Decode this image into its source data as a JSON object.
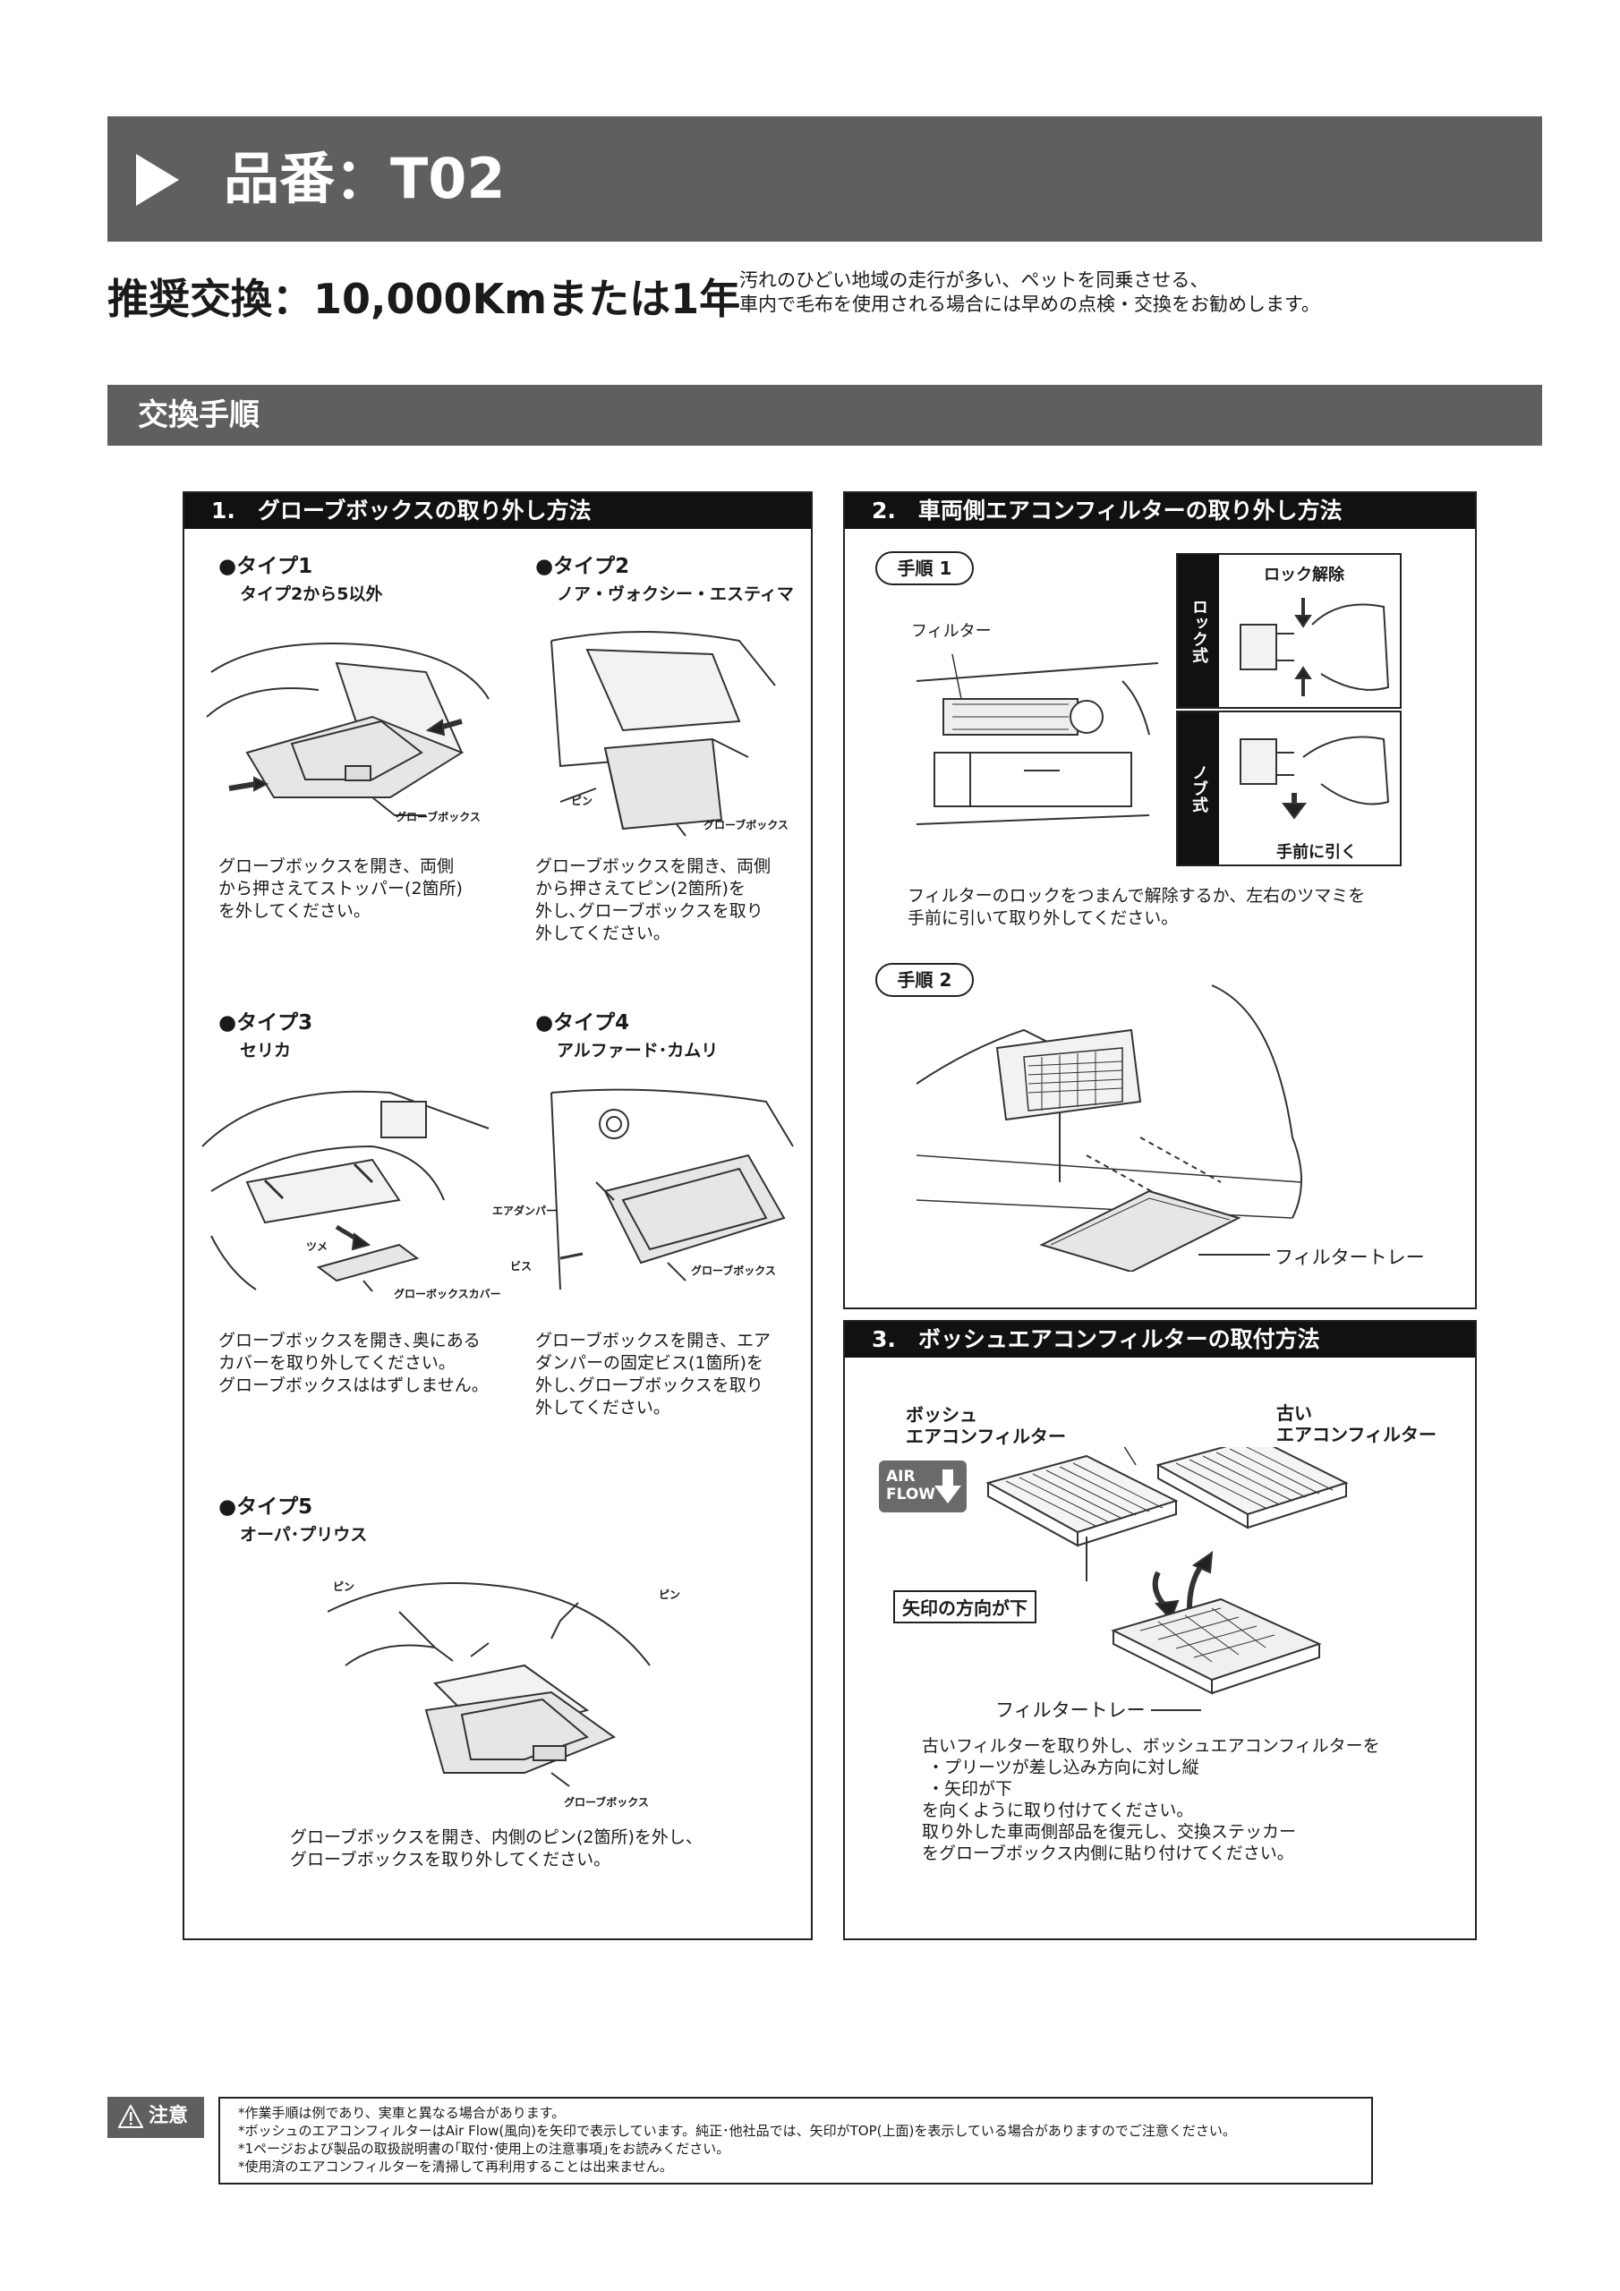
{
  "header": {
    "title": "品番：T02"
  },
  "recommend": {
    "title": "推奨交換：10,000Kmまたは1年",
    "note_lines": [
      "汚れのひどい地域の走行が多い、ペットを同乗させる、",
      "車内で毛布を使用される場合には早めの点検・交換をお勧めします。"
    ]
  },
  "section_title": "交換手順",
  "panel1": {
    "heading": "1.　グローブボックスの取り外し方法",
    "types": [
      {
        "label": "●タイプ1",
        "sub": "タイプ2から5以外",
        "captions": [
          "グローブボックス"
        ],
        "desc": [
          "グローブボックスを開き、両側",
          "から押さえてストッパー(2箇所)",
          "を外してください。"
        ]
      },
      {
        "label": "●タイプ2",
        "sub": "ノア・ヴォクシー・エスティマ",
        "captions": [
          "ピン",
          "グローブボックス"
        ],
        "desc": [
          "グローブボックスを開き、両側",
          "から押さえてピン(2箇所)を",
          "外し､グローブボックスを取り",
          "外してください。"
        ]
      },
      {
        "label": "●タイプ3",
        "sub": "セリカ",
        "captions": [
          "ツメ",
          "グローボックスカバー"
        ],
        "desc": [
          "グローブボックスを開き､奥にある",
          "カバーを取り外してください。",
          "グローブボックスははずしません。"
        ]
      },
      {
        "label": "●タイプ4",
        "sub": "アルファード･カムリ",
        "captions": [
          "エアダンパー",
          "ビス",
          "グローブボックス"
        ],
        "desc": [
          "グローブボックスを開き、エア",
          "ダンパーの固定ビス(1箇所)を",
          "外し､グローブボックスを取り",
          "外してください。"
        ]
      },
      {
        "label": "●タイプ5",
        "sub": "オーパ･プリウス",
        "captions": [
          "ピン",
          "ピン",
          "グローブボックス"
        ],
        "desc": [
          "グローブボックスを開き、内側のピン(2箇所)を外し、",
          "グローブボックスを取り外してください。"
        ]
      }
    ]
  },
  "panel2": {
    "heading": "2.　車両側エアコンフィルターの取り外し方法",
    "step1": "手順 1",
    "filter_label": "フィルター",
    "lock_box": {
      "side": "ロック式",
      "label": "ロック解除"
    },
    "knob_box": {
      "side": "ノブ式",
      "label": "手前に引く"
    },
    "desc": [
      "フィルターのロックをつまんで解除するか、左右のツマミを",
      "手前に引いて取り外してください。"
    ],
    "step2": "手順 2",
    "tray_label": "フィルタートレー"
  },
  "panel3": {
    "heading": "3.　ボッシュエアコンフィルターの取付方法",
    "bosch_label": [
      "ボッシュ",
      "エアコンフィルター"
    ],
    "old_label": [
      "古い",
      "エアコンフィルター"
    ],
    "airflow": [
      "AIR",
      "FLOW"
    ],
    "arrow_label": "矢印の方向が下",
    "tray_label": "フィルタートレー",
    "desc": [
      "古いフィルターを取り外し、ボッシュエアコンフィルターを",
      "・プリーツが差し込み方向に対し縦",
      "・矢印が下",
      "を向くように取り付けてください。",
      "取り外した車両側部品を復元し、交換ステッカー",
      "をグローブボックス内側に貼り付けてください。"
    ]
  },
  "caution": {
    "label": "注意",
    "lines": [
      "*作業手順は例であり、実車と異なる場合があります。",
      "*ボッシュのエアコンフィルターはAir Flow(風向)を矢印で表示しています。純正･他社品では、矢印がTOP(上面)を表示している場合がありますのでご注意ください。",
      "*1ページおよび製品の取扱説明書の｢取付･使用上の注意事項｣をお読みください。",
      "*使用済のエアコンフィルターを清掃して再利用することは出来ません。"
    ]
  }
}
